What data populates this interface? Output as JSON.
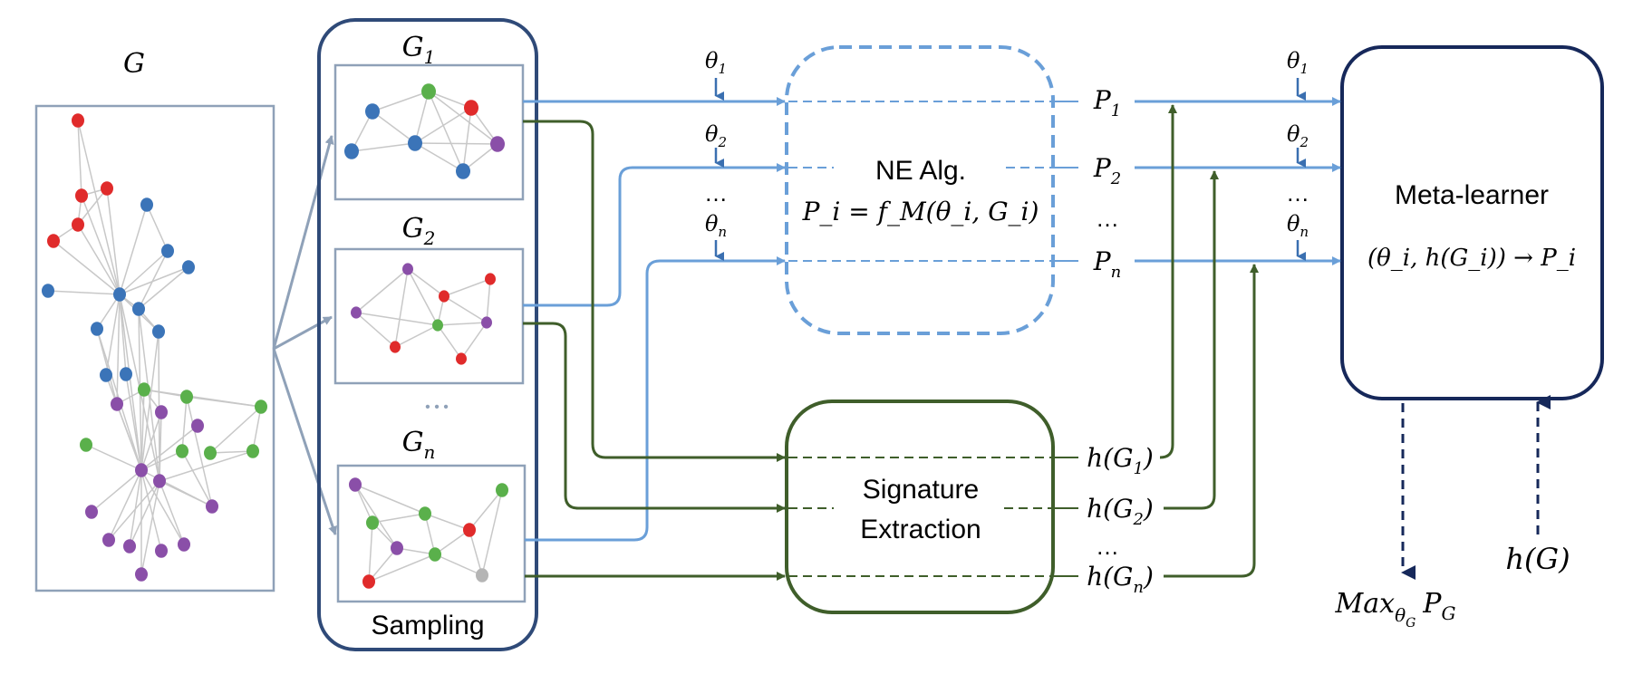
{
  "colors": {
    "blue": "#6a9fd8",
    "blue_dark": "#3a6fb0",
    "navy": "#16285a",
    "green": "#3f5e2a",
    "gray_frame": "#8fa1b8",
    "node_red": "#e02b2b",
    "node_blue": "#3b74b8",
    "node_green": "#5ab04b",
    "node_purple": "#8a4fa8",
    "node_gray": "#b5b5b5"
  },
  "labels": {
    "original_graph": "G",
    "sample_1": "G",
    "sample_1_sub": "1",
    "sample_2": "G",
    "sample_2_sub": "2",
    "sample_n": "G",
    "sample_n_sub": "n",
    "sample_ellipsis": "• • •",
    "sampling": "Sampling",
    "ne_title": "NE Alg.",
    "ne_formula": "P_i = f_M(θ_i, G_i)",
    "signature_line1": "Signature",
    "signature_line2": "Extraction",
    "meta_title": "Meta-learner",
    "meta_formula": "(θ_i, h(G_i)) → P_i",
    "ellipsis": "…",
    "hG": "h(G)",
    "max": "Max_{θ_G} P_G"
  },
  "theta_labels": [
    "θ1",
    "θ2",
    "θn"
  ],
  "p_labels": [
    "P1",
    "P2",
    "Pn"
  ],
  "h_labels": [
    "h(G1)",
    "h(G2)",
    "h(Gn)"
  ]
}
